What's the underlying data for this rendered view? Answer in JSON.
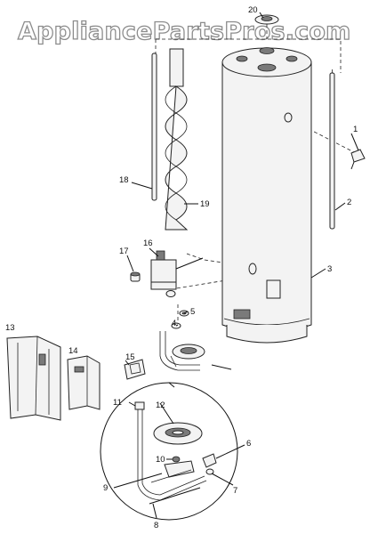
{
  "watermark": {
    "text": "AppliancePartsPros.com"
  },
  "callouts": [
    {
      "id": "c1",
      "text": "1"
    },
    {
      "id": "c2",
      "text": "2"
    },
    {
      "id": "c3",
      "text": "3"
    },
    {
      "id": "c4",
      "text": "4"
    },
    {
      "id": "c5",
      "text": "5"
    },
    {
      "id": "c6",
      "text": "6"
    },
    {
      "id": "c7",
      "text": "7"
    },
    {
      "id": "c8",
      "text": "8"
    },
    {
      "id": "c9",
      "text": "9"
    },
    {
      "id": "c10",
      "text": "10"
    },
    {
      "id": "c11",
      "text": "11"
    },
    {
      "id": "c12",
      "text": "12"
    },
    {
      "id": "c13",
      "text": "13"
    },
    {
      "id": "c14",
      "text": "14"
    },
    {
      "id": "c15",
      "text": "15"
    },
    {
      "id": "c16",
      "text": "16"
    },
    {
      "id": "c17",
      "text": "17"
    },
    {
      "id": "c18",
      "text": "18"
    },
    {
      "id": "c19",
      "text": "19"
    },
    {
      "id": "c20",
      "text": "20"
    }
  ]
}
